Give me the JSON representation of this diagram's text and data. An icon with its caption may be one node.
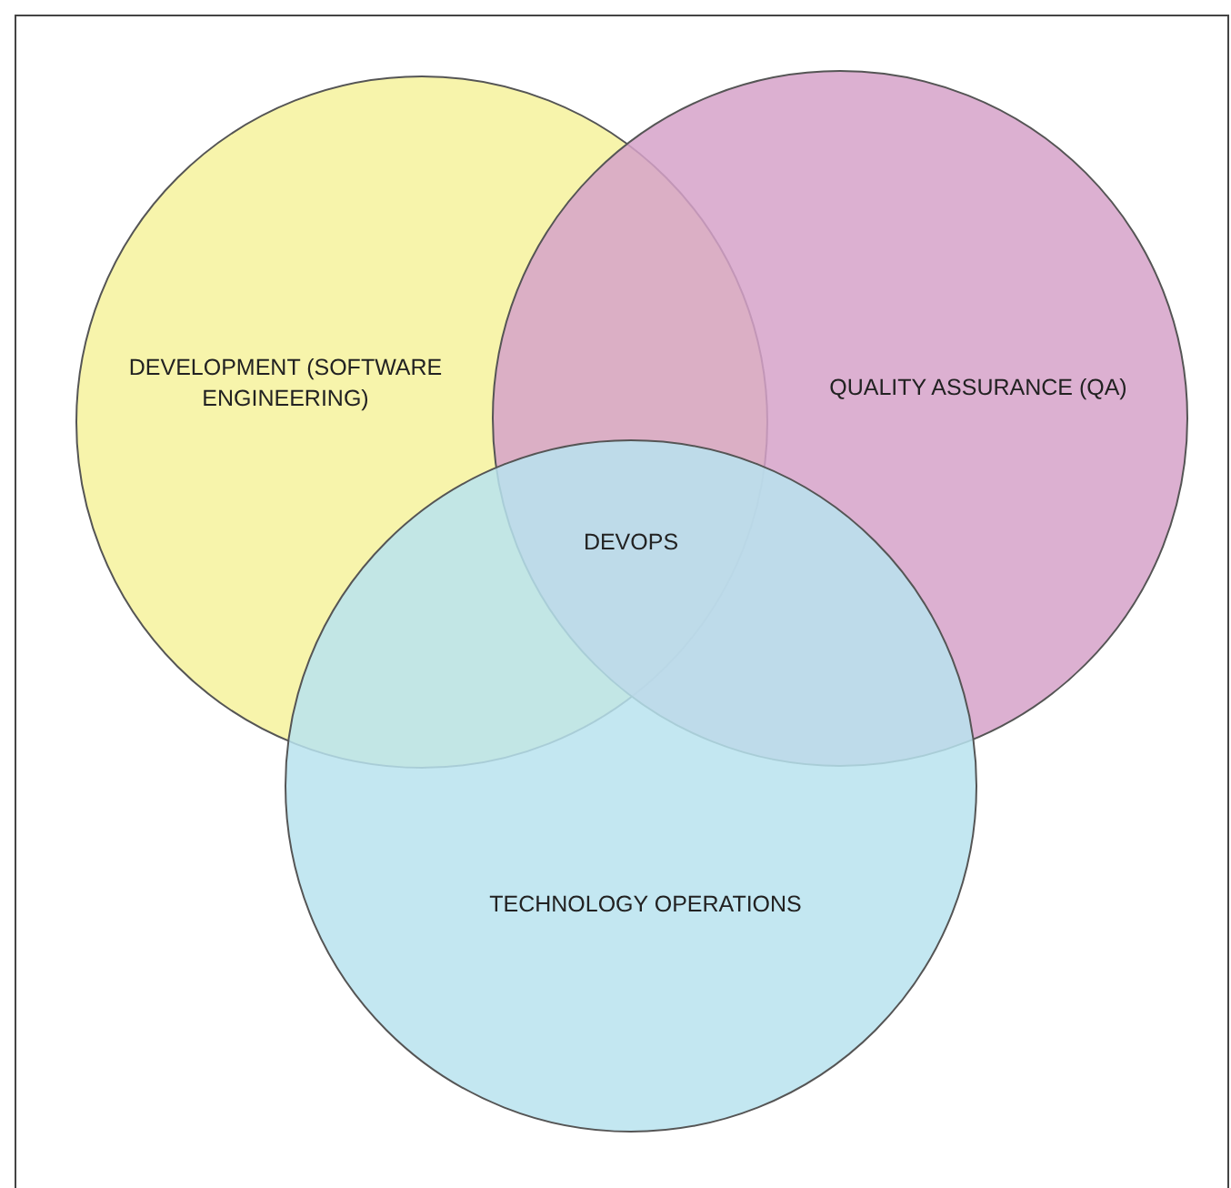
{
  "diagram": {
    "nodes": [
      {
        "text": [
          "DEVELOPMENT (SOFTWARE ENGINEERING)"
        ]
      },
      {
        "text": [
          "QUALITY ASSURANCE (QA)"
        ]
      },
      {
        "text": [
          "TECHNOLOGY OPERATIONS"
        ]
      }
    ],
    "labels": [
      "DEVOPS"
    ]
  }
}
